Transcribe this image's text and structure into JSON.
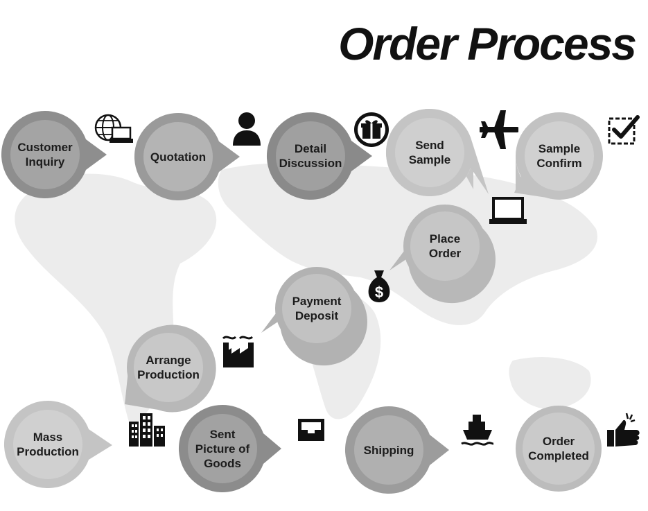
{
  "title": "Order Process",
  "steps": [
    {
      "label": "Customer\nInquiry",
      "icon": "globe-laptop-icon"
    },
    {
      "label": "Quotation",
      "icon": "person-icon"
    },
    {
      "label": "Detail\nDiscussion",
      "icon": "gift-icon"
    },
    {
      "label": "Send\nSample",
      "icon": "airplane-icon"
    },
    {
      "label": "Sample\nConfirm",
      "icon": "checkbox-icon"
    },
    {
      "label": "Place\nOrder",
      "icon": "laptop-icon"
    },
    {
      "label": "Payment\nDeposit",
      "icon": "money-bag-icon"
    },
    {
      "label": "Arrange\nProduction",
      "icon": "factory-icon"
    },
    {
      "label": "Mass\nProduction",
      "icon": "buildings-icon"
    },
    {
      "label": "Sent\nPicture of\nGoods",
      "icon": "inbox-icon"
    },
    {
      "label": "Shipping",
      "icon": "ship-icon"
    },
    {
      "label": "Order\nCompleted",
      "icon": "thumbs-up-icon"
    }
  ],
  "colors": {
    "text": "#1c1c1c",
    "title": "#111111",
    "icon": "#111111",
    "map": "#ececec",
    "step_dark": "#8e8e8e",
    "step_mid": "#a9a9a9",
    "step_light": "#c9c9c9"
  }
}
